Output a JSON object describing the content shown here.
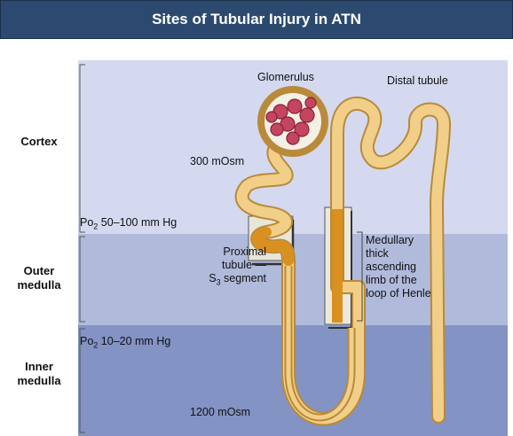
{
  "title": "Sites of Tubular Injury in ATN",
  "zones": {
    "cortex": "Cortex",
    "outer_medulla": [
      "Outer",
      "medulla"
    ],
    "inner_medulla": [
      "Inner",
      "medulla"
    ]
  },
  "labels": {
    "glomerulus": "Glomerulus",
    "distal_tubule": "Distal tubule",
    "osm_300": "300 mOsm",
    "osm_1200": "1200 mOsm",
    "po2_high": {
      "prefix": "Po",
      "sub": "2",
      "suffix": " 50–100 mm Hg"
    },
    "po2_low": {
      "prefix": "Po",
      "sub": "2",
      "suffix": " 10–20 mm Hg"
    },
    "proximal": [
      "Proximal",
      "tubule —",
      "S",
      "3",
      " segment"
    ],
    "medullary": [
      "Medullary",
      "thick",
      "ascending",
      "limb of the",
      "loop of Henle"
    ]
  },
  "colors": {
    "title_bg": "#2c4a70",
    "cortex": "#d4d9ef",
    "outer_medulla": "#b0badb",
    "inner_medulla": "#8293c4",
    "tubule_fill": "#f2cf88",
    "tubule_outline": "#b98a3a",
    "injury": "#d9901e",
    "glomerulus": "#c4455f"
  }
}
